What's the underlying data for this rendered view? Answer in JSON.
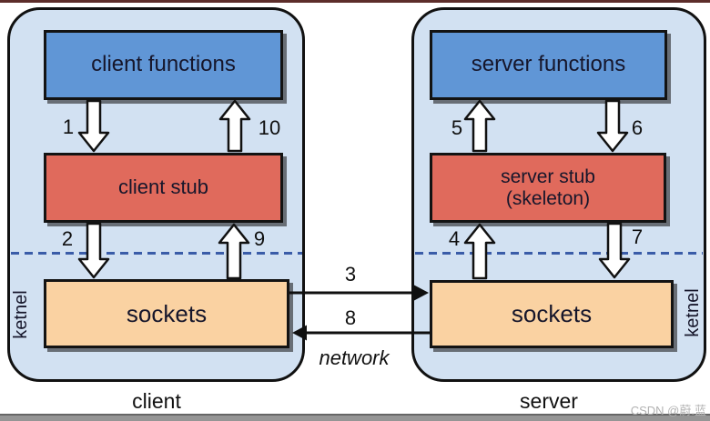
{
  "client_panel": {
    "label": "client",
    "kernel_label": "ketnel",
    "functions_box": "client functions",
    "stub_box": "client stub",
    "sockets_box": "sockets",
    "arrow_labels": {
      "a1": "1",
      "a2": "2",
      "a9": "9",
      "a10": "10"
    }
  },
  "server_panel": {
    "label": "server",
    "kernel_label": "ketnel",
    "functions_box": "server functions",
    "stub_box_line1": "server stub",
    "stub_box_line2": "(skeleton)",
    "sockets_box": "sockets",
    "arrow_labels": {
      "a4": "4",
      "a5": "5",
      "a6": "6",
      "a7": "7"
    }
  },
  "network": {
    "label": "network",
    "arrow_labels": {
      "a3": "3",
      "a8": "8"
    }
  },
  "watermark": "CSDN @蔚.蓝",
  "colors": {
    "panel_fill": "#d2e1f2",
    "functions_box_fill": "#6096d6",
    "stub_box_fill": "#e06a5c",
    "sockets_box_fill": "#fad2a2",
    "dashed_line": "#3a5ca8",
    "outline": "#111111",
    "top_strip": "#5c2d2a",
    "bottom_strip": "#959595",
    "watermark_gray": "#b2b2b2"
  }
}
